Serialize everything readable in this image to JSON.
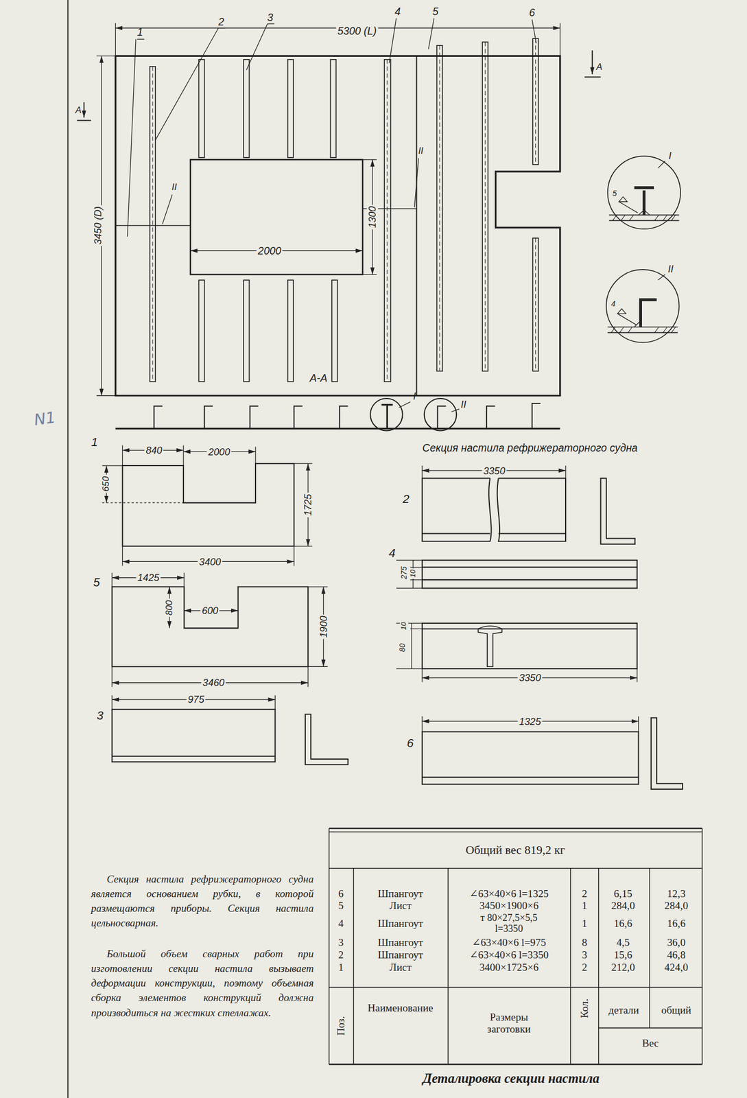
{
  "diagram": {
    "title": "Секция настила рефрижераторного судна",
    "caption": "Деталировка секции настила",
    "labels": [
      "5300 (L)",
      "1",
      "2",
      "3",
      "4",
      "5",
      "6",
      "3450 (D)",
      "А",
      "А",
      "2000",
      "1300",
      "II",
      "II",
      "А-А",
      "I",
      "II",
      "I",
      "5",
      "II",
      "4",
      "N1",
      "1",
      "840",
      "2000",
      "650",
      "1725",
      "3400",
      "5",
      "1425",
      "800",
      "600",
      "1900",
      "3460",
      "3",
      "975",
      "2",
      "3350",
      "4",
      "275",
      "10",
      "10",
      "80",
      "3350",
      "6",
      "1325",
      "Секция настила рефрижераторного судна является основанием рубки, в которой размещаются приборы. Секция настила цельносварная.",
      "Большой объем сварных работ при изготовлении секции настила вызывает деформации конструкции, поэтому объемная сборка элементов конструкций должна производиться на жестких стеллажах.",
      "Общий вес 819,2 кг",
      "6",
      "Шпангоут",
      "∠63×40×6 l=1325",
      "2",
      "6,15",
      "12,3",
      "5",
      "Лист",
      "3450×1900×6",
      "1",
      "284,0",
      "284,0",
      "4",
      "Шпангоут",
      "т 80×27,5×5,5 l=3350",
      "1",
      "16,6",
      "16,6",
      "3",
      "Шпангоут",
      "∠63×40×6 l=975",
      "8",
      "4,5",
      "36,0",
      "2",
      "Шпангоут",
      "∠63×40×6 l=3350",
      "3",
      "15,6",
      "46,8",
      "1",
      "Лист",
      "3400×1725×6",
      "2",
      "212,0",
      "424,0",
      "Поз.",
      "Наименование",
      "Размеры заготовки",
      "Кол.",
      "детали",
      "общий",
      "Вес"
    ]
  }
}
